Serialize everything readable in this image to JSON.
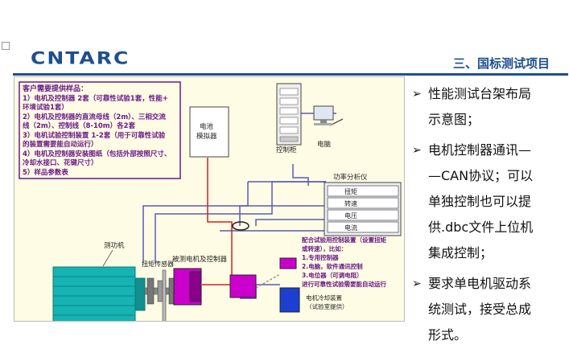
{
  "header": {
    "logo_text": "CNTARC",
    "section_title": "三、国标测试项目"
  },
  "requirements": {
    "title": "客户需要提供样品：",
    "lines": [
      "1）电机及控制器 2套（可靠性试验1套，性能+",
      "环境试验1套）",
      "2）电机及控制器的直流母线（2m）、三相交流",
      "线（2m）、控制线（8-10m）各2套",
      "3）电机试验控制装置 1-2套（用于可靠性试验",
      "的装置需要能自动运行）",
      "4）电机及控制器安装图纸（包括外部按照尺寸、",
      "冷却水接口、花键尺寸）",
      "5）样品参数表"
    ]
  },
  "components": {
    "battery_sim": [
      "电池",
      "模拟器"
    ],
    "control_cabinet": "控制柜",
    "computer": "电脑",
    "power_analyzer": "功率分析仪",
    "analyzer_channels": [
      "扭矩",
      "转速",
      "电压",
      "电流"
    ],
    "dynamometer": "测功机",
    "torque_sensor": "扭矩传感器",
    "dut": "被测电机及控制器",
    "cooling": [
      "电机冷却装置",
      "（试验室提供）"
    ],
    "note": [
      "配合试验用控制装置（设置扭矩",
      "或转速），比如：",
      "1.专用控制器",
      "2.电脑，软件通讯控制",
      "3.电位器（可调电阻）",
      "进行可靠性试验需要能自动运行"
    ]
  },
  "bullets": [
    [
      "性能测试台架布局",
      "示意图；"
    ],
    [
      "电机控制器通讯—",
      "—CAN协议；可以",
      "单独控制也可以提",
      "供.dbc文件上位机",
      "集成控制；"
    ],
    [
      "要求单电机驱动系",
      "统测试，接受总成",
      "形式。"
    ]
  ],
  "colors": {
    "brand": "#1d4f91",
    "purple_text": "#6a1a8a",
    "power_line": "#d42020",
    "signal_line": "#5a5ab8",
    "magenta": "#cc00cc",
    "motor": "#16b3b3",
    "cooling": "#1c3fd0"
  },
  "icons": {
    "bullet": "arrow-right-icon"
  }
}
